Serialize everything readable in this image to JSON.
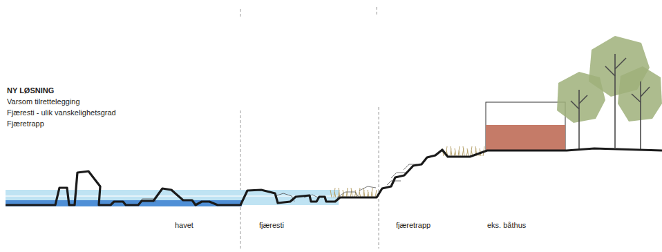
{
  "diagram": {
    "title": "NY LØSNING",
    "labels": [
      "Varsom tilrettelegging",
      "Fjæresti - ulik vanskelighetsgrad",
      "Fjæretrapp",
      "havet",
      "fjæresti",
      "fjæretrapp",
      "eks. båthus"
    ]
  }
}
